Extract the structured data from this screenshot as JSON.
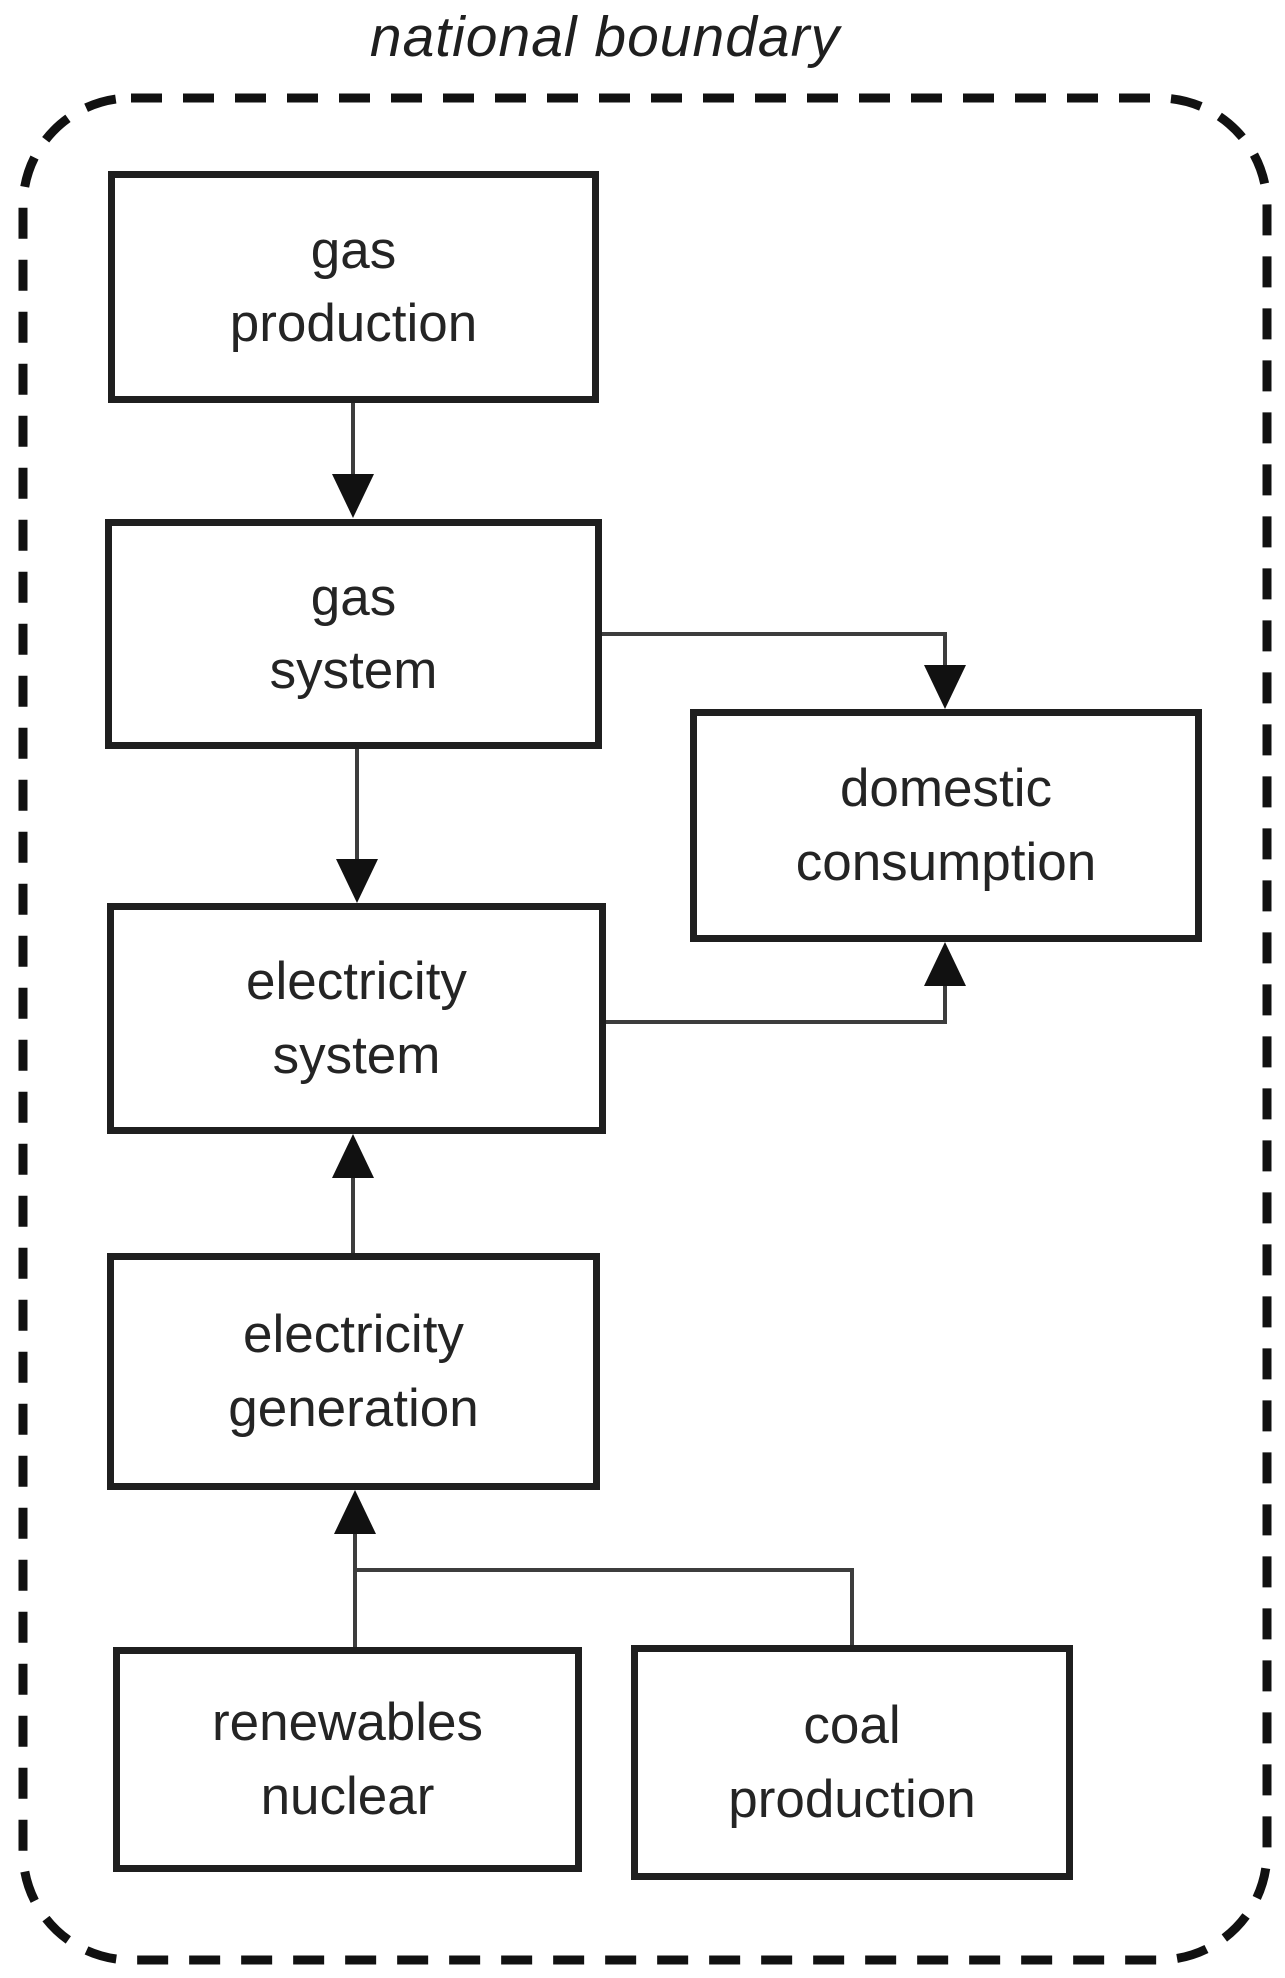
{
  "title": "national boundary",
  "colors": {
    "ink": "#1f1f1f",
    "connector": "#3d3d3d",
    "box_background": "#ffffff"
  },
  "nodes": [
    {
      "id": "gas-production",
      "label": "gas\nproduction"
    },
    {
      "id": "gas-system",
      "label": "gas\nsystem"
    },
    {
      "id": "domestic-consumption",
      "label": "domestic\nconsumption"
    },
    {
      "id": "electricity-system",
      "label": "electricity\nsystem"
    },
    {
      "id": "electricity-generation",
      "label": "electricity\ngeneration"
    },
    {
      "id": "renewables-nuclear",
      "label": "renewables\nnuclear"
    },
    {
      "id": "coal-production",
      "label": "coal\nproduction"
    }
  ],
  "edges": [
    {
      "from": "gas production",
      "to": "gas system"
    },
    {
      "from": "gas system",
      "to": "domestic consumption"
    },
    {
      "from": "gas system",
      "to": "electricity system"
    },
    {
      "from": "electricity system",
      "to": "domestic consumption"
    },
    {
      "from": "electricity generation",
      "to": "electricity system"
    },
    {
      "from": "renewables nuclear",
      "to": "electricity generation"
    },
    {
      "from": "coal production",
      "to": "electricity generation"
    }
  ]
}
